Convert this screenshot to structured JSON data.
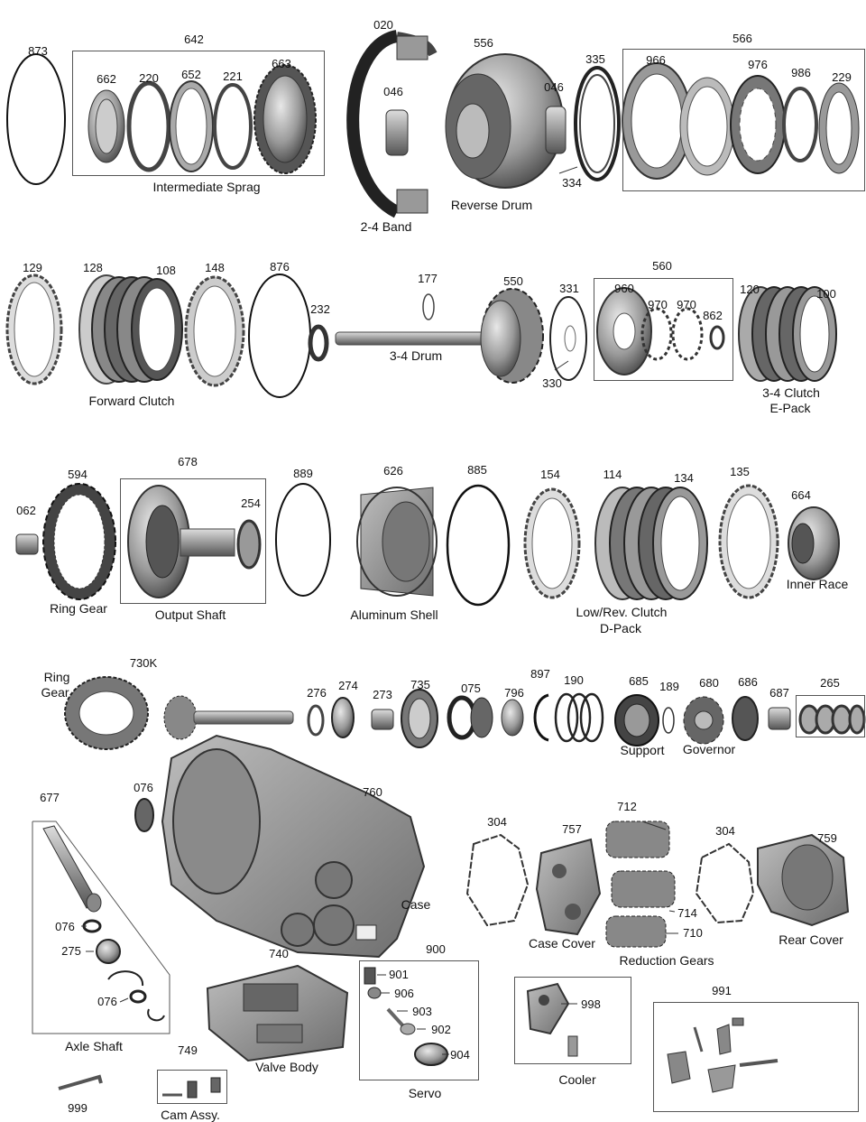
{
  "captions": {
    "intermediate_sprag": "Intermediate Sprag",
    "band_2_4": "2-4 Band",
    "reverse_drum": "Reverse Drum",
    "forward_clutch": "Forward Clutch",
    "drum_3_4": "3-4 Drum",
    "clutch_3_4_line1": "3-4 Clutch",
    "clutch_3_4_line2": "E-Pack",
    "ring_gear": "Ring Gear",
    "output_shaft": "Output Shaft",
    "aluminum_shell": "Aluminum Shell",
    "low_rev_line1": "Low/Rev. Clutch",
    "low_rev_line2": "D-Pack",
    "inner_race": "Inner Race",
    "ring_gear_top_line1": "Ring",
    "ring_gear_top_line2": "Gear",
    "support": "Support",
    "governor": "Governor",
    "case": "Case",
    "case_cover": "Case Cover",
    "reduction_gears": "Reduction Gears",
    "rear_cover": "Rear Cover",
    "axle_shaft": "Axle Shaft",
    "valve_body": "Valve Body",
    "servo": "Servo",
    "cooler": "Cooler",
    "cam_assy": "Cam Assy."
  },
  "part_numbers": {
    "p873": "873",
    "p642": "642",
    "p662": "662",
    "p220": "220",
    "p652": "652",
    "p221": "221",
    "p663": "663",
    "p020": "020",
    "p046a": "046",
    "p556": "556",
    "p046b": "046",
    "p335": "335",
    "p334": "334",
    "p566": "566",
    "p966": "966",
    "p976": "976",
    "p986": "986",
    "p229": "229",
    "p129": "129",
    "p128": "128",
    "p108": "108",
    "p148": "148",
    "p876": "876",
    "p232": "232",
    "p177": "177",
    "p550": "550",
    "p331": "331",
    "p330": "330",
    "p560": "560",
    "p960": "960",
    "p970a": "970",
    "p970b": "970",
    "p862": "862",
    "p120": "120",
    "p100": "100",
    "p062": "062",
    "p594": "594",
    "p678": "678",
    "p254": "254",
    "p889": "889",
    "p626": "626",
    "p885": "885",
    "p154": "154",
    "p114": "114",
    "p134": "134",
    "p135": "135",
    "p664": "664",
    "p730k": "730K",
    "p276": "276",
    "p274": "274",
    "p273": "273",
    "p735": "735",
    "p075": "075",
    "p796": "796",
    "p897": "897",
    "p190": "190",
    "p685": "685",
    "p189": "189",
    "p680": "680",
    "p686": "686",
    "p687": "687",
    "p265": "265",
    "p677": "677",
    "p076a": "076",
    "p760": "760",
    "p304a": "304",
    "p757": "757",
    "p712": "712",
    "p304b": "304",
    "p759": "759",
    "p714": "714",
    "p710": "710",
    "p076b": "076",
    "p275": "275",
    "p076c": "076",
    "p740": "740",
    "p900": "900",
    "p901": "901",
    "p906": "906",
    "p903": "903",
    "p902": "902",
    "p904": "904",
    "p998": "998",
    "p991": "991",
    "p749": "749",
    "p999": "999"
  }
}
